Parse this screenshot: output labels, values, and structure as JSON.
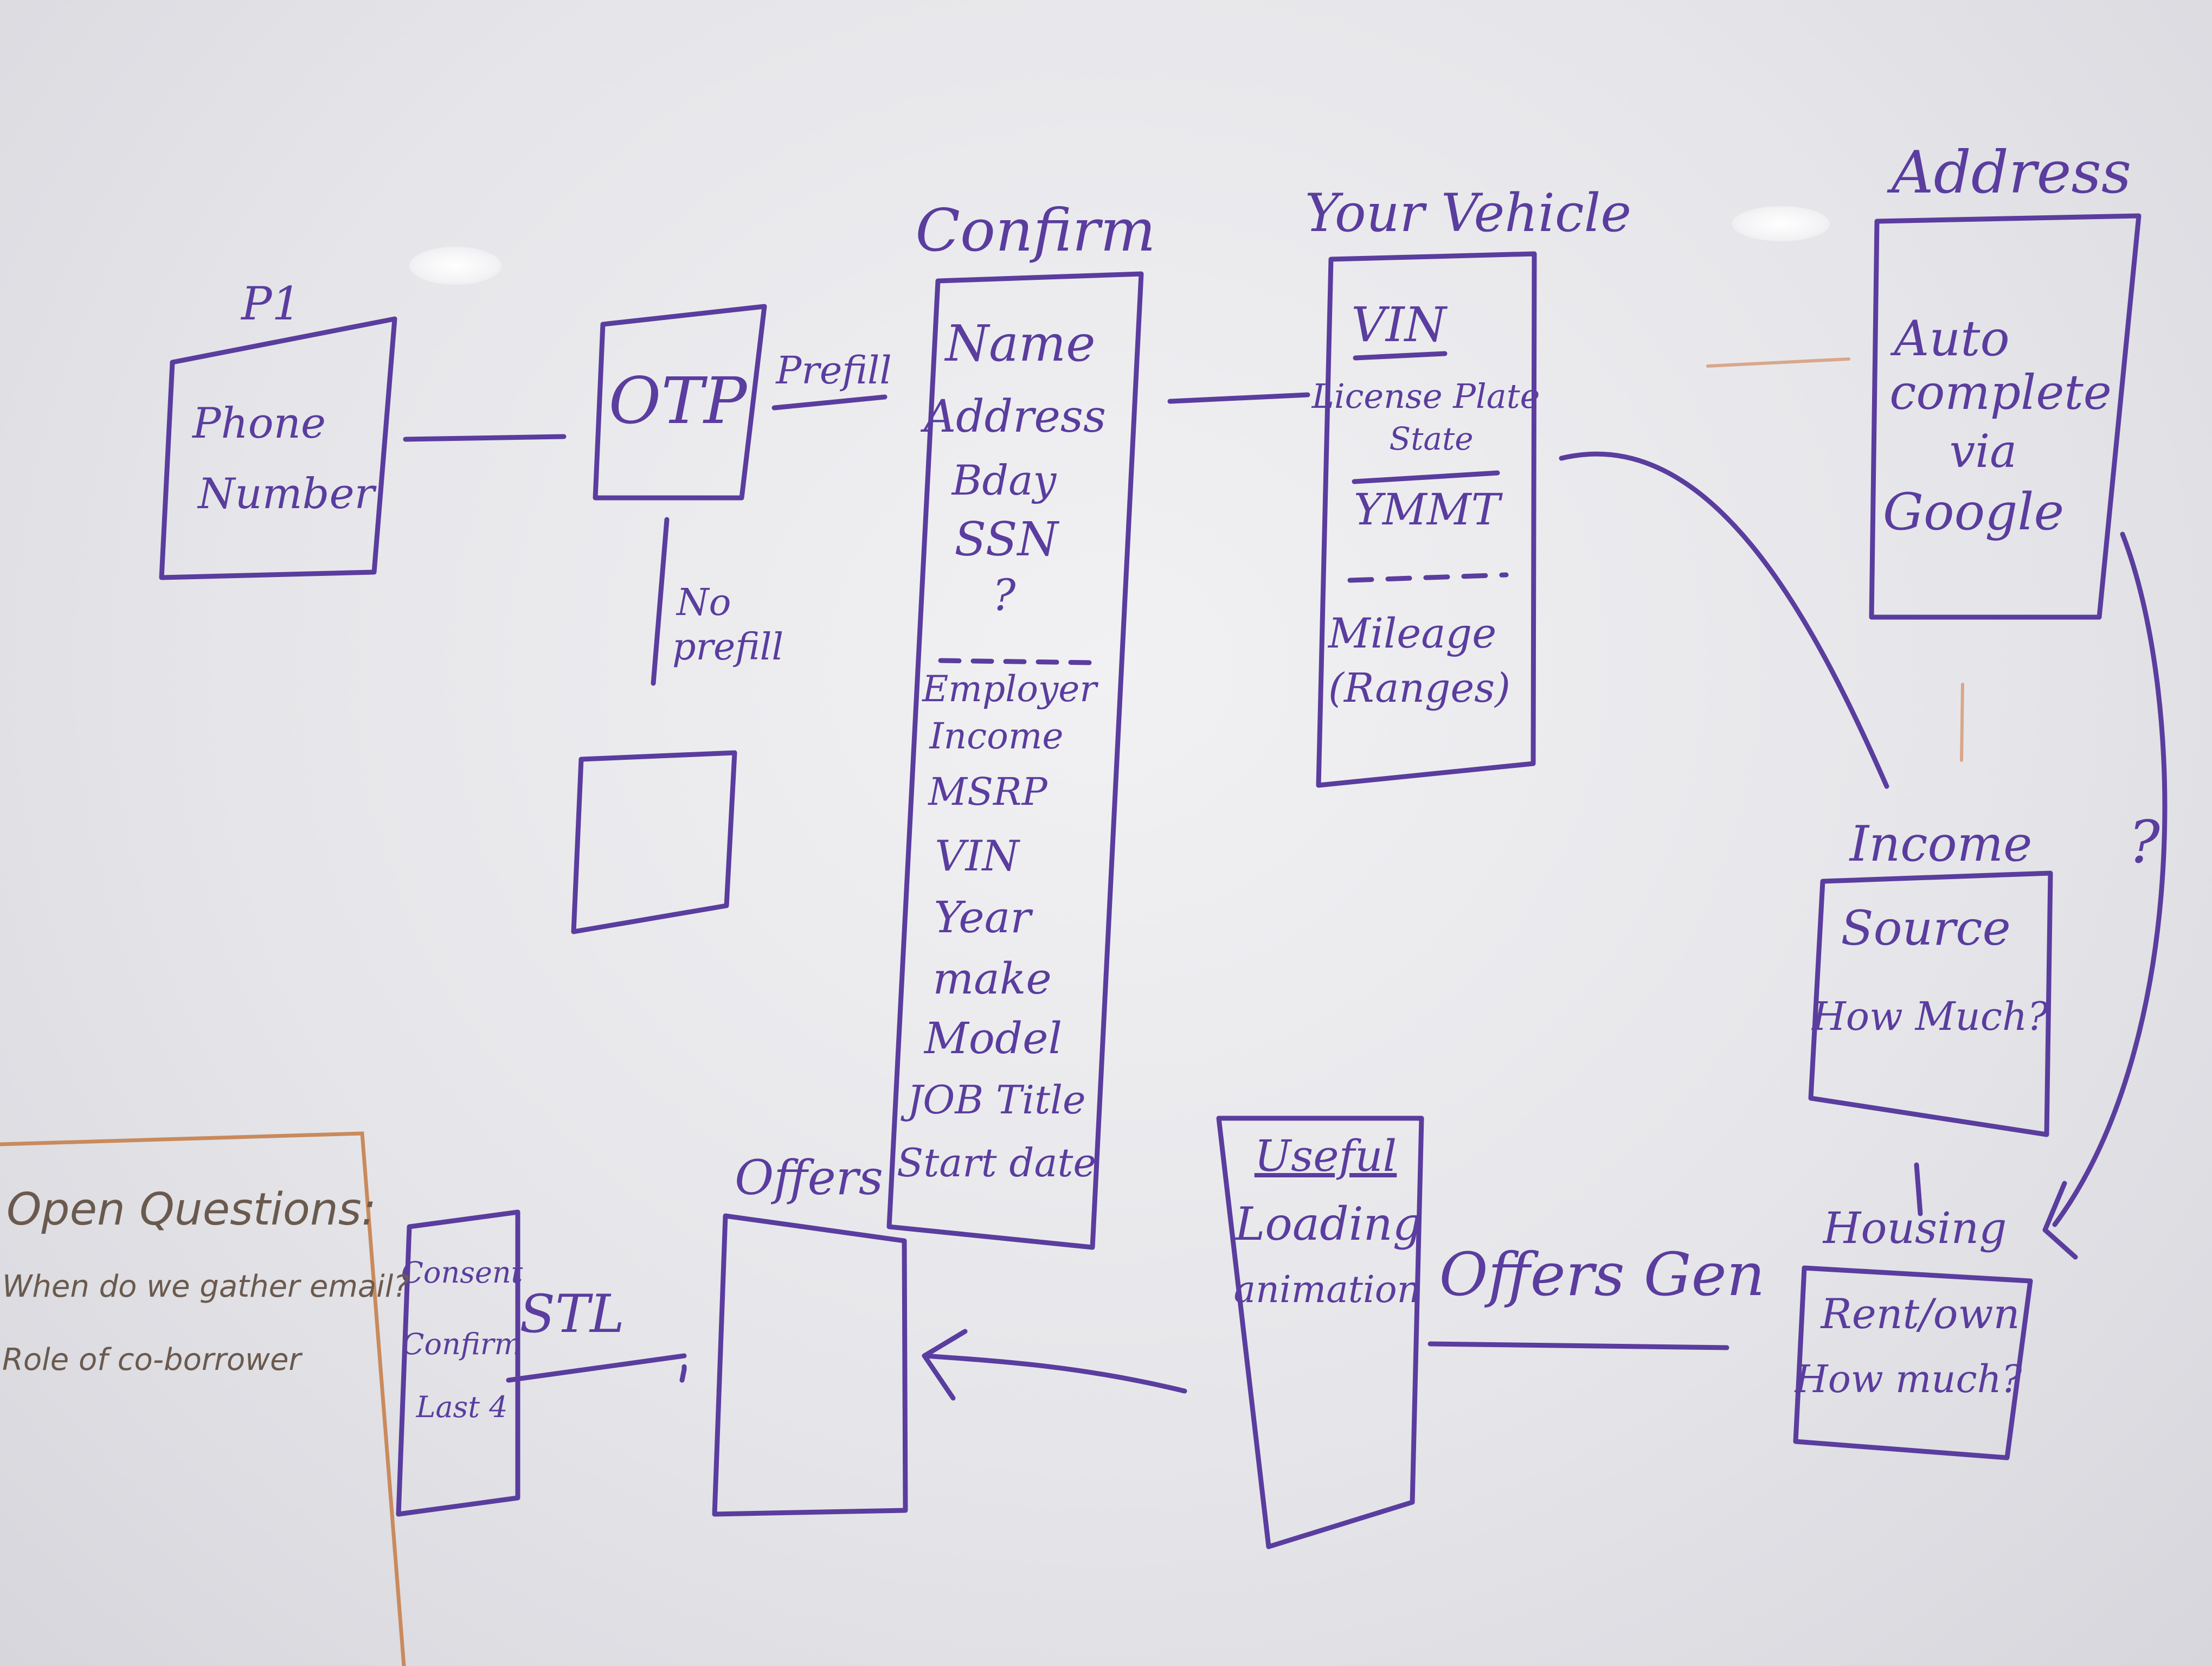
{
  "colors": {
    "ink": "#5a3d9e",
    "orange_marker": "#c98a5c",
    "board": "#e9e9ed"
  },
  "screens": {
    "p1": {
      "title": "P1",
      "lines": [
        "Phone",
        "Number"
      ]
    },
    "otp": {
      "label": "OTP"
    },
    "confirm": {
      "title": "Confirm",
      "upper": [
        "Name",
        "Address",
        "Bday",
        "SSN",
        "?"
      ],
      "lower": [
        "Employer",
        "Income",
        "MSRP",
        "VIN",
        "Year",
        "make",
        "Model",
        "JOB Title",
        "Start date"
      ]
    },
    "vehicle": {
      "title": "Your Vehicle",
      "lines": [
        "VIN",
        "License Plate",
        "State",
        "YMMT",
        "Mileage",
        "(Ranges)"
      ]
    },
    "address": {
      "title": "Address",
      "lines": [
        "Auto",
        "complete",
        "via",
        "Google"
      ]
    },
    "income": {
      "title": "Income",
      "lines": [
        "Source",
        "How Much?"
      ]
    },
    "housing": {
      "title": "Housing",
      "lines": [
        "Rent/own",
        "How much?"
      ]
    },
    "loading": {
      "lines": [
        "Useful",
        "Loading",
        "animation"
      ]
    },
    "offers": {
      "title": "Offers"
    },
    "stl": {
      "lines": [
        "Consent",
        "Confirm",
        "Last 4"
      ]
    }
  },
  "connectors": {
    "prefill": "Prefill",
    "no_prefill": [
      "No",
      "prefill"
    ],
    "offers_gen": "Offers Gen",
    "stl": "STL",
    "question_mark": "?"
  },
  "open_questions": {
    "title": "Open Questions:",
    "items": [
      "When do we gather email?",
      "Role of co-borrower"
    ]
  }
}
